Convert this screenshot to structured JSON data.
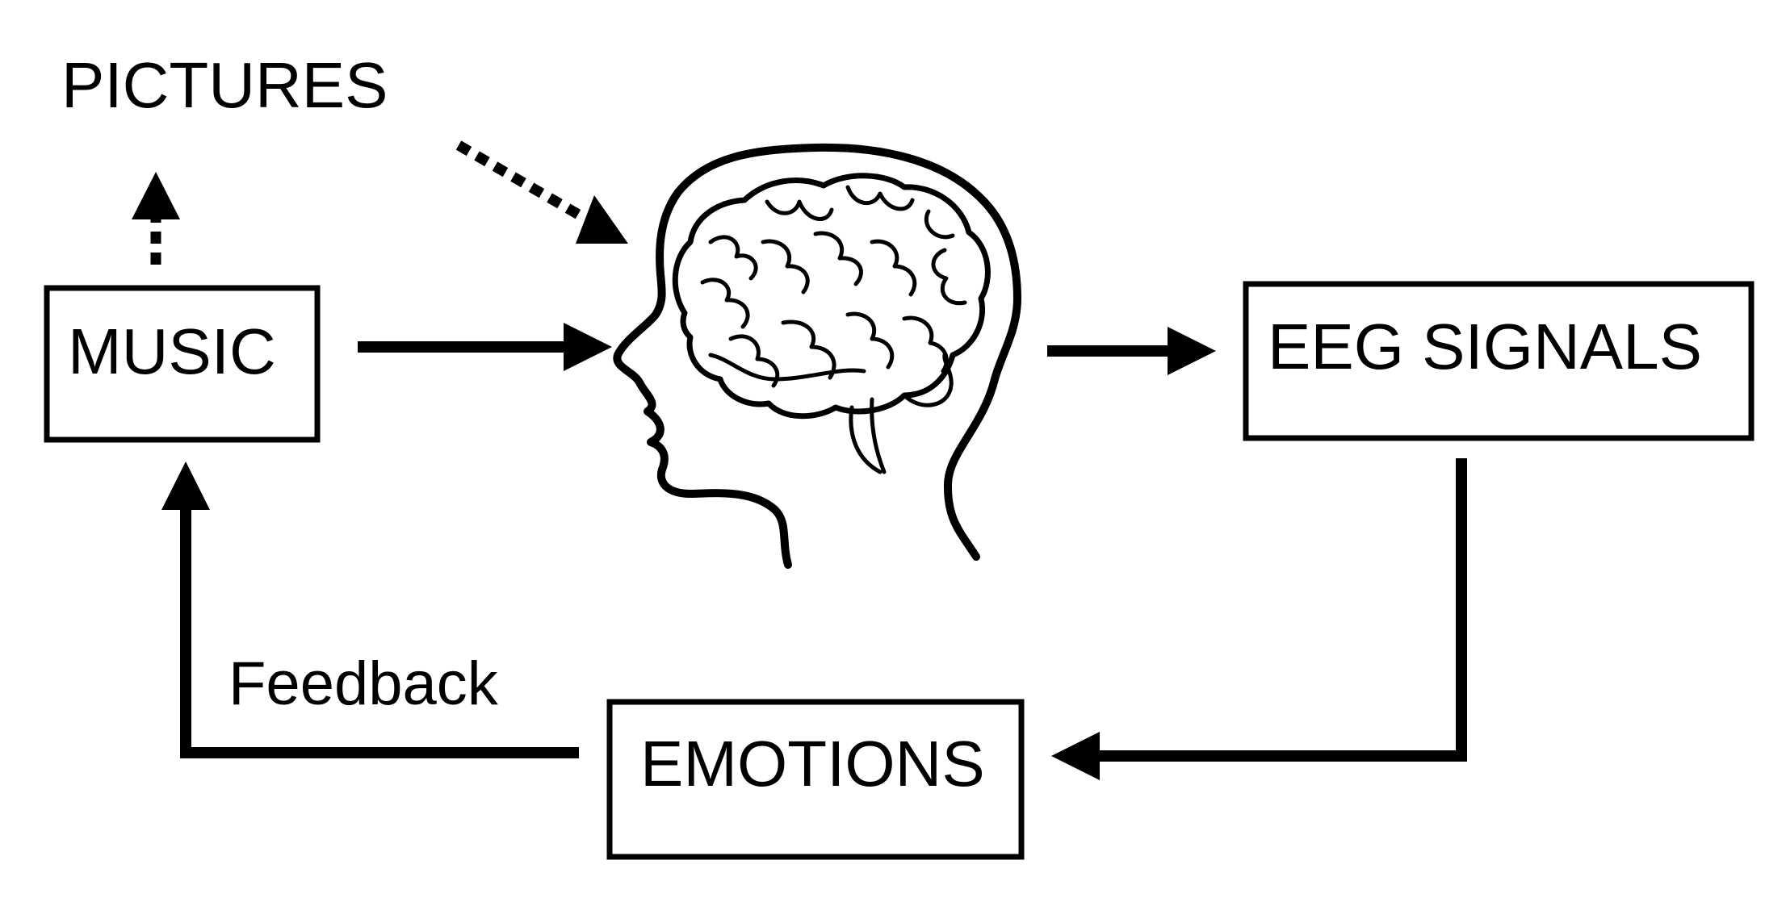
{
  "nodes": {
    "pictures": "PICTURES",
    "music": "MUSIC",
    "eeg": "EEG SIGNALS",
    "emotions": "EMOTIONS"
  },
  "edges": {
    "feedback": "Feedback"
  },
  "icons": {
    "head": "human-head-with-brain-icon"
  },
  "colors": {
    "stroke": "#000000",
    "background": "#ffffff"
  }
}
